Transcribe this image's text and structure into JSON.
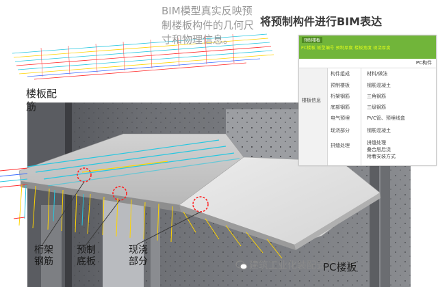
{
  "caption_top": "BIM模型真实反映预制楼板构件的几何尺寸和物理信息。",
  "title": "将预制构件进行BIM表达",
  "caption_left": "楼板配筋",
  "labels": {
    "truss_rebar": "桁架\n钢筋",
    "precast_base": "预制\n底板",
    "cast_in_place": "现浇\n部分"
  },
  "slab_label": "PC楼板",
  "watermark": "建筑工业化装配式建筑网",
  "panel": {
    "header_title": "预制楼板",
    "header_fields": "PC楼板   板型编号   预制厚度   楼板宽度   现浇厚度",
    "subbar": "PC构件",
    "left_label": "楼板信息",
    "mid_items": [
      "构件组成",
      "预制楼板",
      "桁架钢筋",
      "底部钢筋",
      "电气预埋",
      "现浇部分",
      "拼缝处理"
    ],
    "right_items": [
      "材料/做法",
      "钢筋混凝土",
      "三角钢筋",
      "三级钢筋",
      "PVC管、预埋线盒",
      "钢筋混凝土",
      "拼缝处理\n叠合层后浇\n附着安装方式"
    ]
  },
  "colors": {
    "panel_header": "#71b53a",
    "panel_header_fields": "#e3ff1a",
    "highlight_circle": "#ff2222",
    "rebar_cyan": "#27c7e0",
    "rebar_yellow": "#ffd400",
    "rebar_red": "#ff2c2c",
    "rebar_blue": "#3b6cff"
  }
}
